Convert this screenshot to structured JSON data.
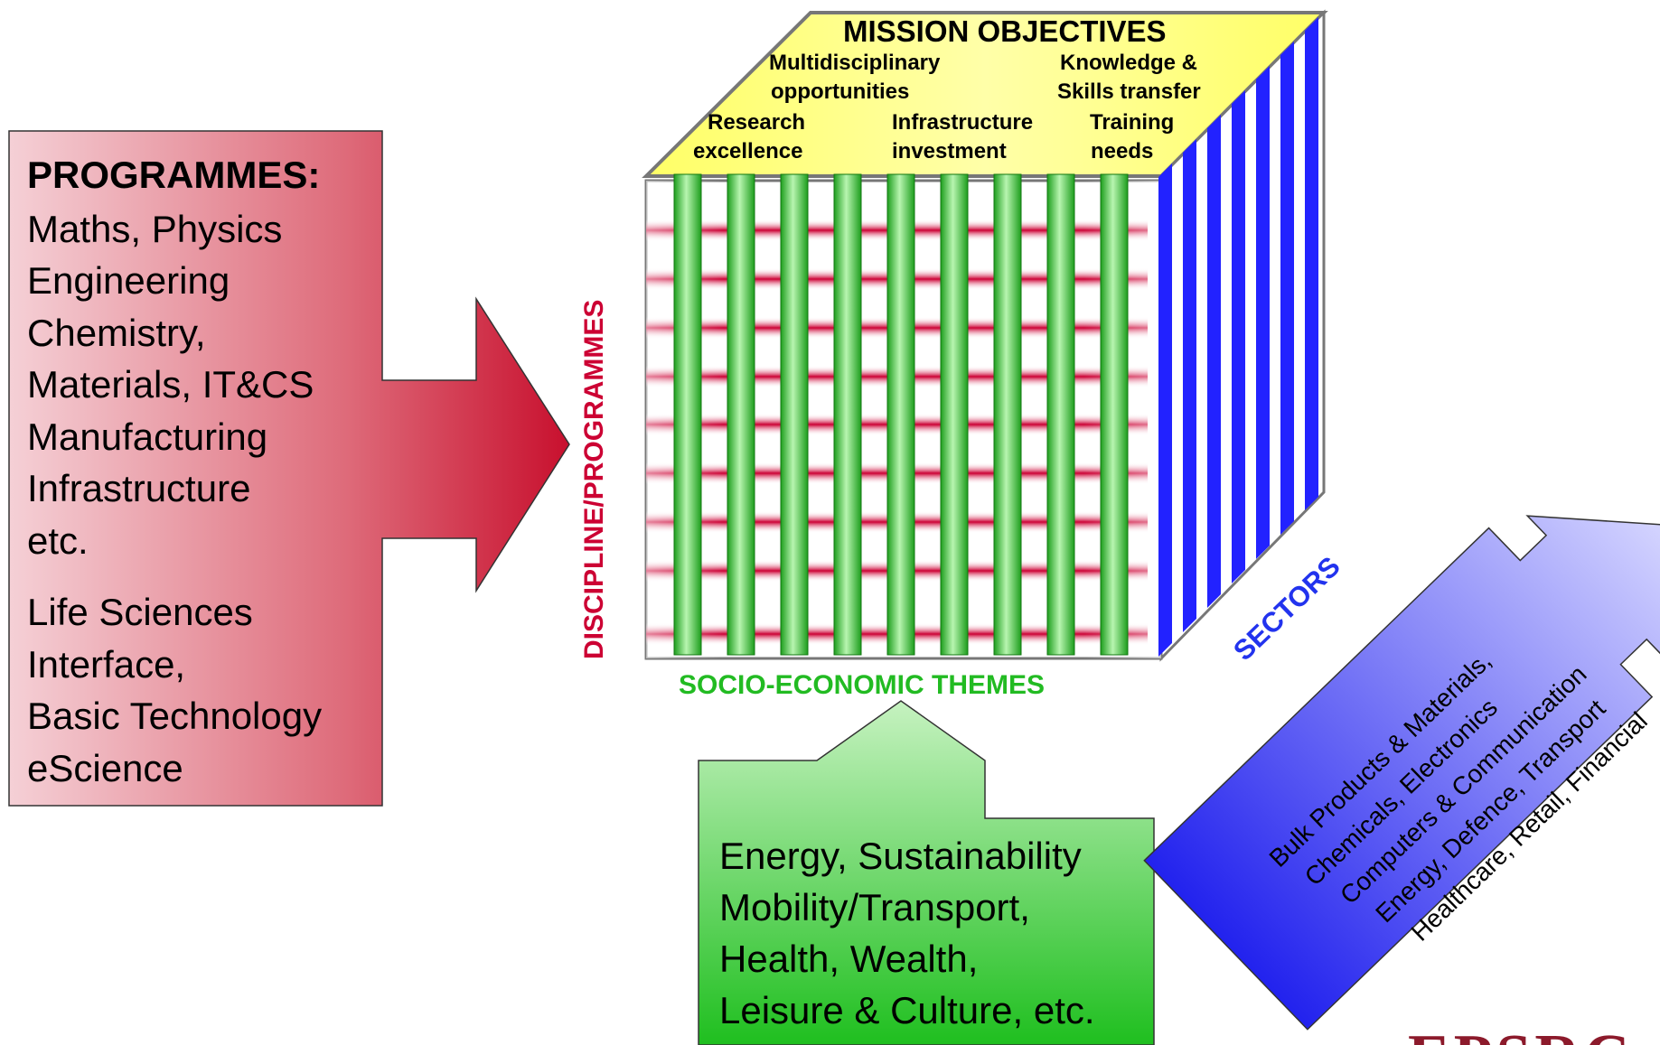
{
  "programmes": {
    "heading": "PROGRAMMES:",
    "lines": [
      "Maths, Physics",
      "Engineering",
      "Chemistry,",
      "Materials, IT&CS",
      "Manufacturing",
      "Infrastructure",
      "etc."
    ],
    "lines2": [
      "Life Sciences",
      "Interface,",
      "Basic Technology",
      "eScience"
    ],
    "color": "#c8102e"
  },
  "cube": {
    "top_title": "MISSION OBJECTIVES",
    "objectives": {
      "multidisciplinary_1": "Multidisciplinary",
      "multidisciplinary_2": "opportunities",
      "knowledge_1": "Knowledge &",
      "knowledge_2": "Skills transfer",
      "research_1": "Research",
      "research_2": "excellence",
      "infrastructure_1": "Infrastructure",
      "infrastructure_2": "investment",
      "training_1": "Training",
      "training_2": "needs"
    },
    "vertical_axis_label": "DISCIPLINE/PROGRAMMES",
    "bottom_axis_label": "SOCIO-ECONOMIC THEMES",
    "side_axis_label": "SECTORS",
    "colors": {
      "top": "#ffff99",
      "green_bars": "#22bb22",
      "blue_bars": "#2222ff",
      "red_lines": "#cc0033"
    }
  },
  "themes": {
    "lines": [
      "Energy, Sustainability",
      "Mobility/Transport,",
      "Health, Wealth,",
      "Leisure & Culture, etc."
    ],
    "color": "#33cc33"
  },
  "sectors": {
    "lines": [
      "Bulk Products & Materials,",
      "Chemicals, Electronics",
      "Computers & Communication",
      "Energy, Defence, Transport",
      "Healthcare, Retail, Financial"
    ],
    "color": "#3333ff"
  },
  "logo": {
    "text": "EPSRC"
  }
}
